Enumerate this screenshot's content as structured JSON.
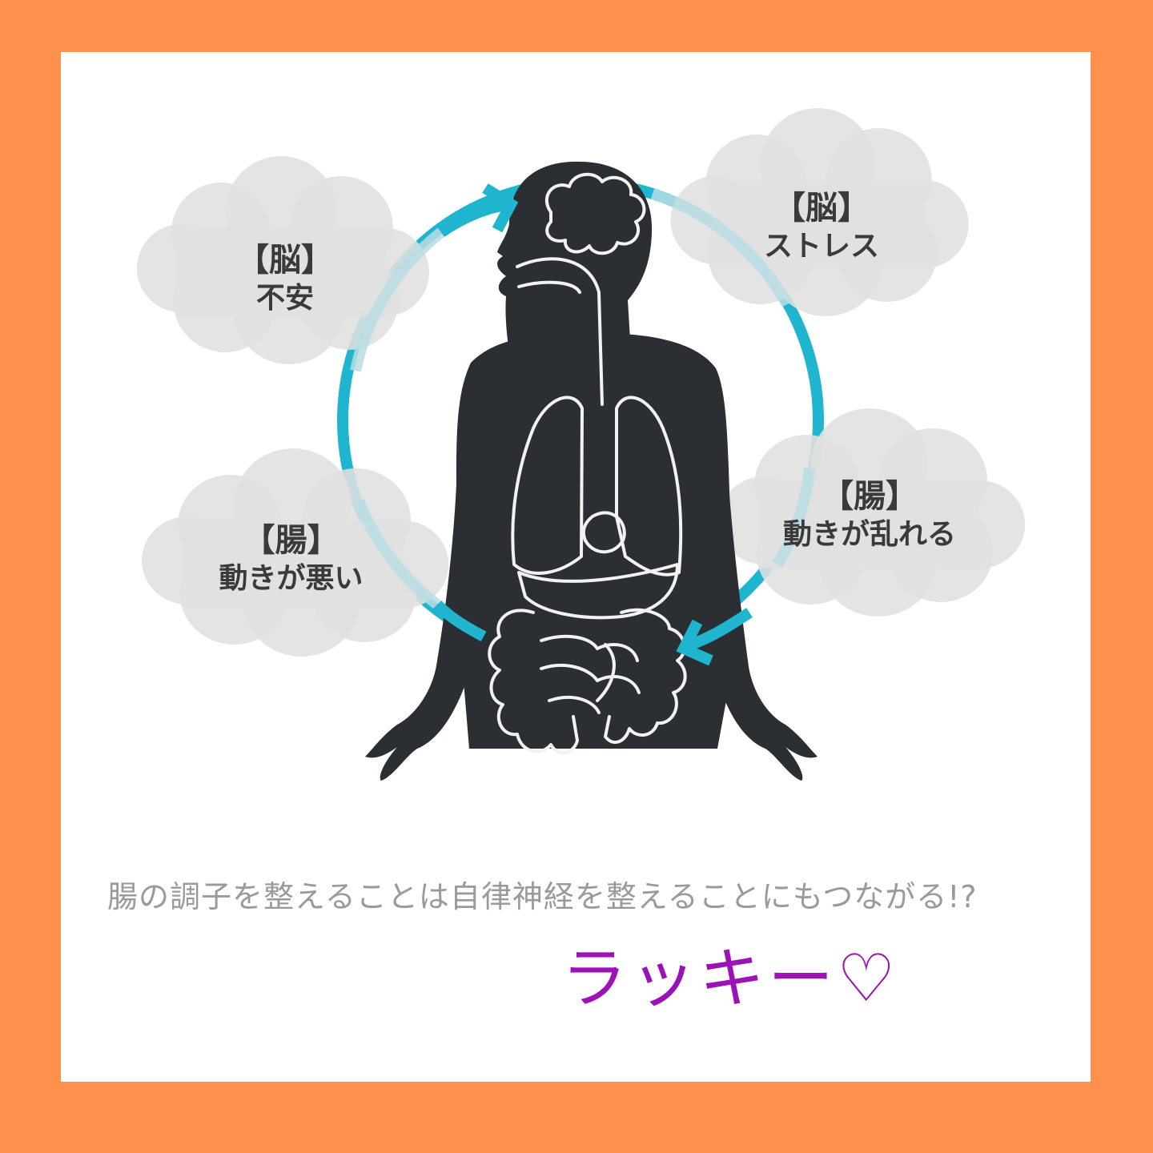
{
  "frame": {
    "border_color": "#ff914d",
    "card_color": "#ffffff"
  },
  "diagram": {
    "ring_color": "#1fb5cf",
    "ring_faded_color": "#b8dde4",
    "body_color": "#2b2e33",
    "cloud_color": "#e2e2e2",
    "clouds": [
      {
        "id": "top-left",
        "organ": "【脳】",
        "state": "不安"
      },
      {
        "id": "top-right",
        "organ": "【脳】",
        "state": "ストレス"
      },
      {
        "id": "bottom-right",
        "organ": "【腸】",
        "state": "動きが乱れる"
      },
      {
        "id": "bottom-left",
        "organ": "【腸】",
        "state": "動きが悪い"
      }
    ],
    "arrows": [
      {
        "id": "arrow-to-brain",
        "direction": "toward head"
      },
      {
        "id": "arrow-to-gut",
        "direction": "toward abdomen"
      }
    ]
  },
  "caption": {
    "text": "腸の調子を整えることは自律神経を整えることにもつながる!?",
    "color": "#9a9a9a"
  },
  "note": {
    "text": "ラッキー♡",
    "color": "#9b12b6"
  }
}
